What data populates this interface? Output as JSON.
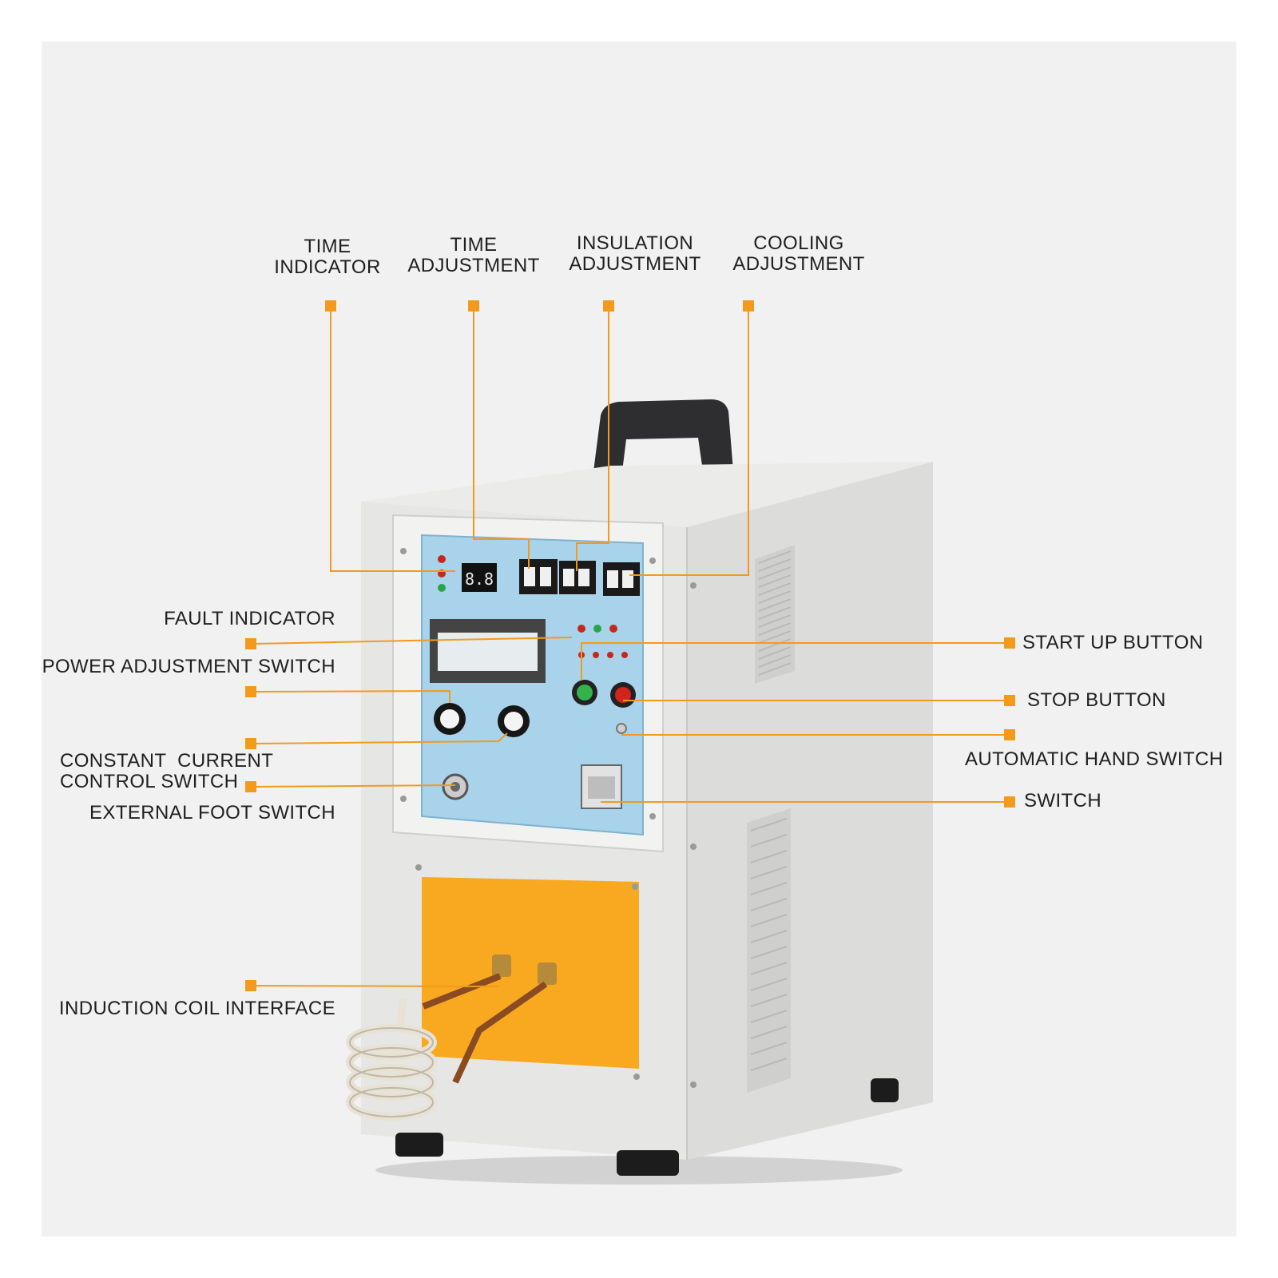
{
  "labels": {
    "time_indicator": [
      "TIME",
      "INDICATOR"
    ],
    "time_adjustment": [
      "TIME",
      "ADJUSTMENT"
    ],
    "insulation_adjustment": [
      "INSULATION",
      "ADJUSTMENT"
    ],
    "cooling_adjustment": [
      "COOLING",
      "ADJUSTMENT"
    ],
    "fault_indicator": "FAULT INDICATOR",
    "power_adjustment_switch": "POWER ADJUSTMENT SWITCH",
    "constant_current_control_switch": [
      "CONSTANT  CURRENT",
      "CONTROL SWITCH"
    ],
    "external_foot_switch": "EXTERNAL FOOT SWITCH",
    "induction_coil_interface": "INDUCTION COIL INTERFACE",
    "start_up_button": "START UP BUTTON",
    "stop_button": "STOP BUTTON",
    "automatic_hand_switch": "AUTOMATIC HAND SWITCH",
    "switch": "SWITCH"
  },
  "display": {
    "time_readout": "8.8"
  },
  "colors": {
    "callout": "#f39a1d",
    "panel_blue": "#a9d3ea",
    "cabinet": "#e7e7e5",
    "coil_panel": "#f8a91f"
  }
}
